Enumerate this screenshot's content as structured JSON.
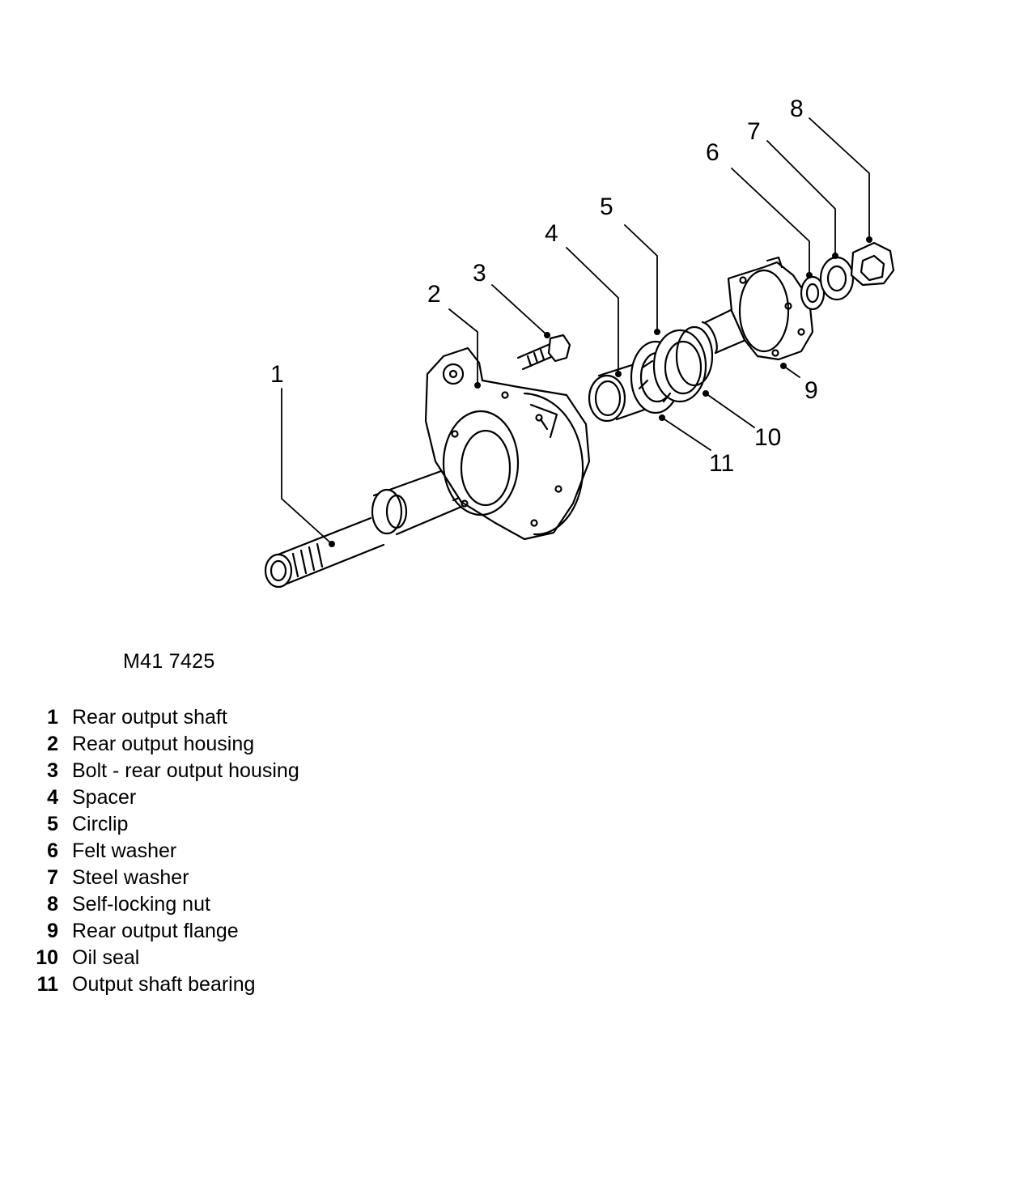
{
  "figure_ref": "M41 7425",
  "callouts": [
    "1",
    "2",
    "3",
    "4",
    "5",
    "6",
    "7",
    "8",
    "9",
    "10",
    "11"
  ],
  "legend": [
    {
      "num": "1",
      "label": "Rear output shaft"
    },
    {
      "num": "2",
      "label": "Rear output housing"
    },
    {
      "num": "3",
      "label": "Bolt - rear output housing"
    },
    {
      "num": "4",
      "label": "Spacer"
    },
    {
      "num": "5",
      "label": "Circlip"
    },
    {
      "num": "6",
      "label": "Felt washer"
    },
    {
      "num": "7",
      "label": "Steel washer"
    },
    {
      "num": "8",
      "label": "Self-locking nut"
    },
    {
      "num": "9",
      "label": "Rear output flange"
    },
    {
      "num": "10",
      "label": "Oil seal"
    },
    {
      "num": "11",
      "label": "Output shaft bearing"
    }
  ]
}
